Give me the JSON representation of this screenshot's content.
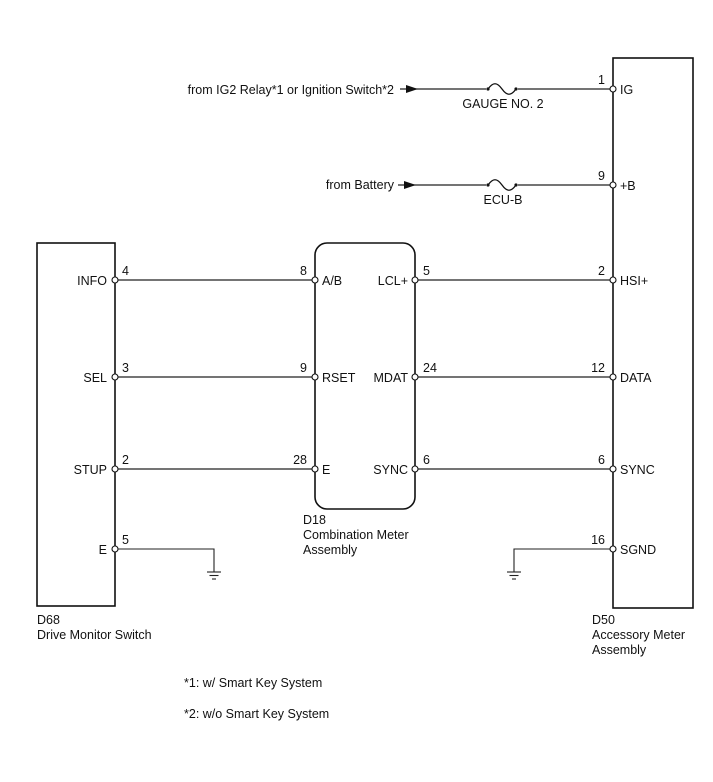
{
  "sources": {
    "ig": "from IG2 Relay*1 or Ignition Switch*2",
    "battery": "from Battery"
  },
  "fuses": {
    "gauge": "GAUGE NO. 2",
    "ecub": "ECU-B"
  },
  "d68": {
    "code": "D68",
    "name": "Drive Monitor Switch",
    "pins": [
      {
        "label": "INFO",
        "num": "4"
      },
      {
        "label": "SEL",
        "num": "3"
      },
      {
        "label": "STUP",
        "num": "2"
      },
      {
        "label": "E",
        "num": "5"
      }
    ]
  },
  "d18": {
    "code": "D18",
    "name_line1": "Combination Meter",
    "name_line2": "Assembly",
    "left_pins": [
      {
        "label": "A/B",
        "num": "8"
      },
      {
        "label": "RSET",
        "num": "9"
      },
      {
        "label": "E",
        "num": "28"
      }
    ],
    "right_pins": [
      {
        "label": "LCL+",
        "num": "5"
      },
      {
        "label": "MDAT",
        "num": "24"
      },
      {
        "label": "SYNC",
        "num": "6"
      }
    ]
  },
  "d50": {
    "code": "D50",
    "name_line1": "Accessory Meter",
    "name_line2": "Assembly",
    "pins": [
      {
        "label": "IG",
        "num": "1"
      },
      {
        "label": "+B",
        "num": "9"
      },
      {
        "label": "HSI+",
        "num": "2"
      },
      {
        "label": "DATA",
        "num": "12"
      },
      {
        "label": "SYNC",
        "num": "6"
      },
      {
        "label": "SGND",
        "num": "16"
      }
    ]
  },
  "notes": [
    "*1: w/ Smart Key System",
    "*2: w/o Smart Key System"
  ]
}
